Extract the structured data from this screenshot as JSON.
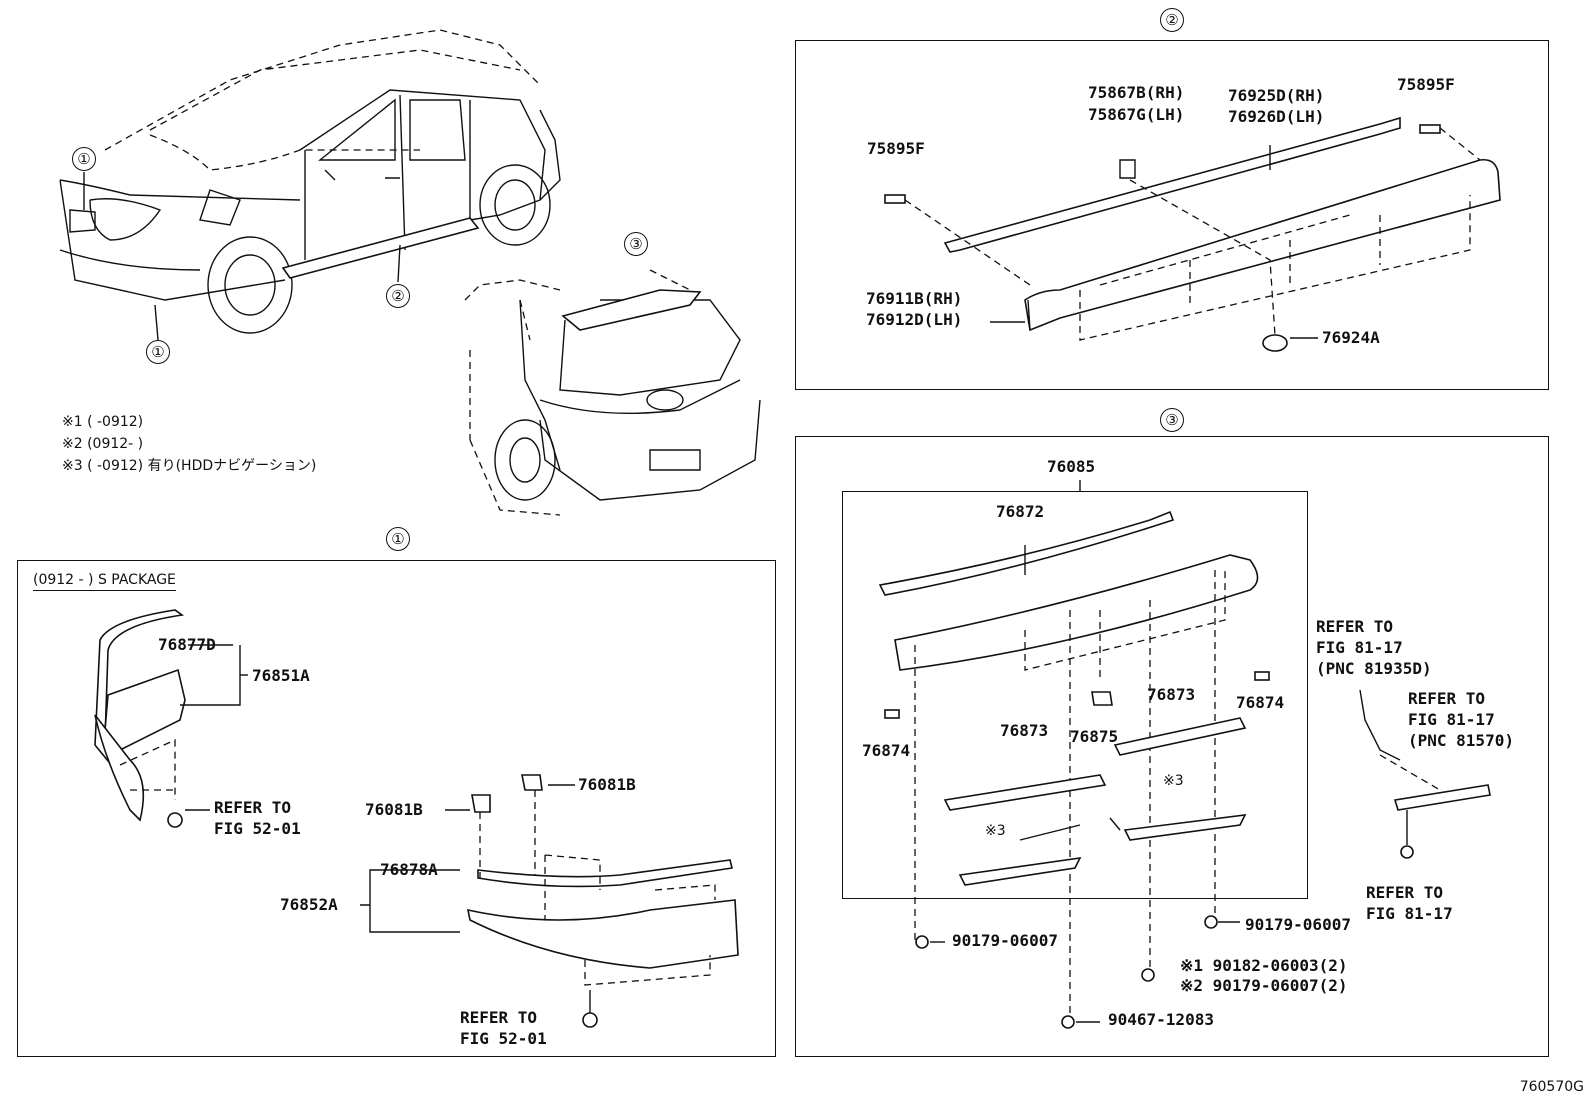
{
  "footer_code": "760570G",
  "notes": [
    "※1 (        -0912)",
    "※2 (0912-        )",
    "※3 (        -0912) 有り(HDDナビゲーション)"
  ],
  "overview": {
    "callout_1a": "①",
    "callout_1b": "①",
    "callout_2": "②",
    "callout_3": "③"
  },
  "section_1": {
    "marker": "①",
    "package_label": "(0912 -        ) S PACKAGE",
    "labels": {
      "p76877D": "76877D",
      "p76851A": "76851A",
      "refer_a_1": "REFER TO",
      "refer_a_2": "FIG 52-01",
      "p76081B_left": "76081B",
      "p76081B_right": "76081B",
      "p76878A": "76878A",
      "p76852A": "76852A",
      "refer_b_1": "REFER TO",
      "refer_b_2": "FIG 52-01"
    }
  },
  "section_2": {
    "marker": "②",
    "labels": {
      "p75867B": "75867B(RH)",
      "p75867G": "75867G(LH)",
      "p76925D": "76925D(RH)",
      "p76926D": "76926D(LH)",
      "p75895F_right": "75895F",
      "p75895F_left": "75895F",
      "p76911B": "76911B(RH)",
      "p76912D": "76912D(LH)",
      "p76924A": "76924A"
    }
  },
  "section_3": {
    "marker": "③",
    "labels": {
      "p76085": "76085",
      "p76872": "76872",
      "p76873_right": "76873",
      "p76874_right": "76874",
      "p76874_left": "76874",
      "p76873_left": "76873",
      "p76875": "76875",
      "note3_left": "※3",
      "note3_right": "※3",
      "refer_c_1": "REFER TO",
      "refer_c_2": "FIG 81-17",
      "refer_c_3": "(PNC 81935D)",
      "refer_d_1": "REFER TO",
      "refer_d_2": "FIG 81-17",
      "refer_d_3": "(PNC 81570)",
      "refer_e_1": "REFER TO",
      "refer_e_2": "FIG 81-17",
      "p90179_right": "90179-06007",
      "p90179_left": "90179-06007",
      "p90182": "※1  90182-06003(2)",
      "p90179_2": "※2  90179-06007(2)",
      "p90467": "90467-12083"
    }
  }
}
